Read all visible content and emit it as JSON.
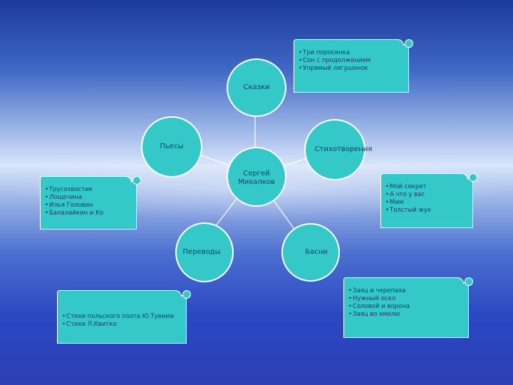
{
  "nodes": {
    "center": "Сергей\nМихалков",
    "skazki": "Сказки",
    "pesy": "Пьесы",
    "stikhotvoreniya": "Стихотворения",
    "perevody": "Переводы",
    "basni": "Басни"
  },
  "lists": {
    "skazki": [
      "Три поросенка",
      "Сон с продолжением",
      "Упрямый лягушонок"
    ],
    "pesy": [
      "Трусохвостик",
      "Лощечина",
      "Илья Головин",
      "Балалайкин и Ко"
    ],
    "stikhotvoreniya": [
      "Мой секрет",
      "А что у вас",
      "Мим",
      "Толстый жук"
    ],
    "perevody": [
      "Стихи польского поэта Ю.Тувима",
      "Стихи Л.Квитко"
    ],
    "basni": [
      "Заяц и черепаха",
      "Нужный осел",
      "Соловей и ворона",
      "Заяц во хмелю"
    ]
  },
  "colors": {
    "node_fill": "#35c8c8",
    "outline": "#ffffff",
    "text": "#1a3b6b"
  }
}
